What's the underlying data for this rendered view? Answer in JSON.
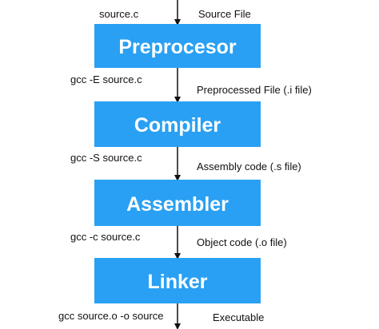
{
  "colors": {
    "stage_fill": "#29A0F3",
    "stage_text": "#FFFFFF",
    "connector": "#111111",
    "label_text": "#111111"
  },
  "stages": [
    {
      "name": "Preprocesor"
    },
    {
      "name": "Compiler"
    },
    {
      "name": "Assembler"
    },
    {
      "name": "Linker"
    }
  ],
  "connectors": [
    {
      "command": "source.c",
      "output": "Source File"
    },
    {
      "command": "gcc -E source.c",
      "output": "Preprocessed File (.i file)"
    },
    {
      "command": "gcc -S source.c",
      "output": "Assembly code (.s file)"
    },
    {
      "command": "gcc -c source.c",
      "output": "Object code (.o file)"
    },
    {
      "command": "gcc source.o -o source",
      "output": "Executable"
    }
  ]
}
